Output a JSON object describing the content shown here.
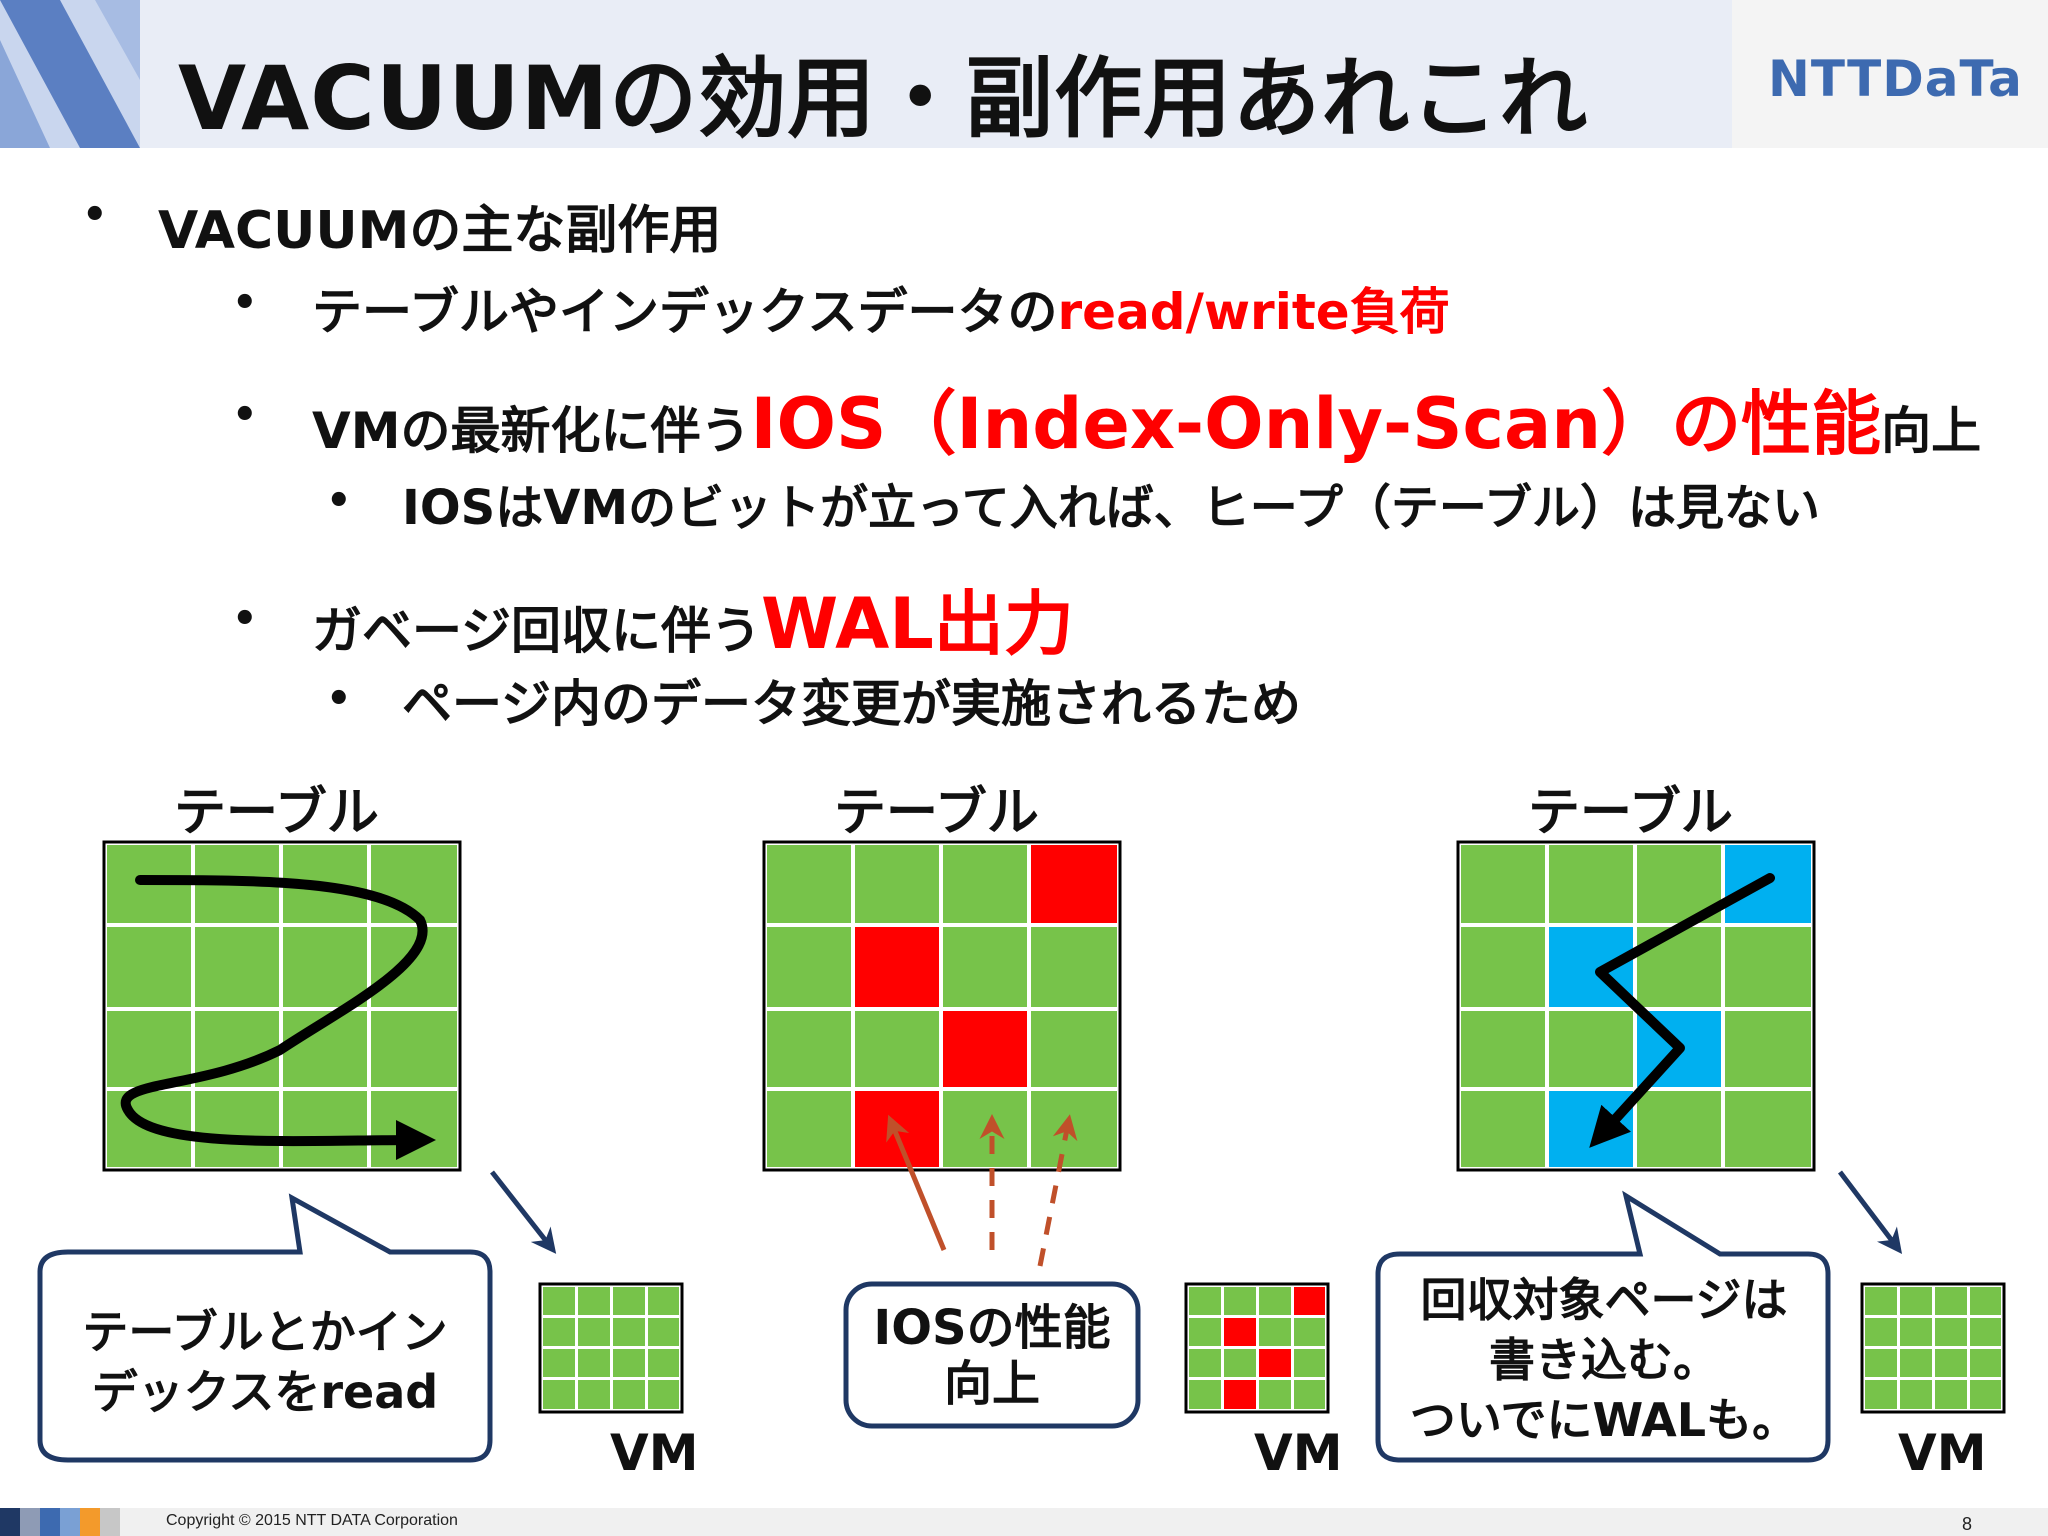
{
  "header": {
    "title": "VACUUMの効用・副作用あれこれ",
    "logo_text": "NTTDaTa"
  },
  "bullets": {
    "b1": "VACUUMの主な副作用",
    "b2_pre": "テーブルやインデックスデータの",
    "b2_red": "read/write負荷",
    "b3_pre": "VMの最新化に伴う",
    "b3_red1": "IOS（Index-Only-Scan）",
    "b3_red2": "の性能",
    "b3_post": "向上",
    "b4": "IOSはVMのビットが立って入れば、ヒープ（テーブル）は見ない",
    "b5_pre": "ガベージ回収に伴う",
    "b5_red": "WAL出力",
    "b6": "ページ内のデータ変更が実施されるため",
    "marker": "•"
  },
  "figure": {
    "panels": [
      {
        "title": "テーブル",
        "vm_label": "VM",
        "callout_lines": [
          "テーブルとかイン",
          "デックスをread"
        ]
      },
      {
        "title": "テーブル",
        "vm_label": "VM",
        "callout_lines": [
          "IOSの性能",
          "向上"
        ]
      },
      {
        "title": "テーブル",
        "vm_label": "VM",
        "callout_lines": [
          "回収対象ページは",
          "書き込む。",
          "ついでにWALも。"
        ]
      }
    ],
    "colors": {
      "cell_green": "#77c34a",
      "cell_red": "#ff0000",
      "cell_blue": "#00b0f0",
      "callout_border": "#1f3864",
      "arrow_navy": "#1f3864",
      "arrow_rust": "#c0502a"
    }
  },
  "footer": {
    "copyright": "Copyright © 2015 NTT DATA Corporation",
    "page_number": "8"
  }
}
